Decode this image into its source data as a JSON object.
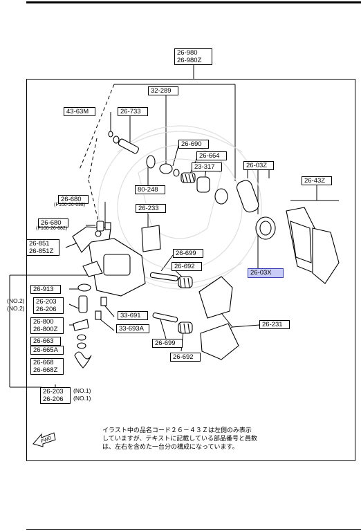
{
  "parts": {
    "assy_a": "26-980",
    "assy_b": "26-980Z",
    "p32_289": "32-289",
    "p43_63m": "43-63M",
    "p26_733": "26-733",
    "p26_690": "26-690",
    "p26_664": "26-664",
    "p23_317": "23-317",
    "p80_248": "80-248",
    "p26_03z": "26-03Z",
    "p26_43z": "26-43Z",
    "p26_680": "26-680",
    "p26_680_sub": "(P100-26-698)",
    "p26_233": "26-233",
    "p26_680b": "26-680",
    "p26_680b_sub": "(P100-26-682)",
    "p26_851": "26-851",
    "p26_851z": "26-851Z",
    "p26_699a": "26-699",
    "p26_692a": "26-692",
    "p26_03x": "26-03X",
    "p26_913": "26-913",
    "p26_203": "26-203",
    "p26_206": "26-206",
    "no2_a": "(NO.2)",
    "no2_b": "(NO.2)",
    "p33_691": "33-691",
    "p33_693a": "33-693A",
    "p26_231": "26-231",
    "p26_800": "26-800",
    "p26_800z": "26-800Z",
    "p26_663": "26-663",
    "p26_665a": "26-665A",
    "p26_699b": "26-699",
    "p26_692b": "26-692",
    "p26_668": "26-668",
    "p26_668z": "26-668Z",
    "p26_203b": "26-203",
    "p26_206b": "26-206",
    "no1_a": "(NO.1)",
    "no1_b": "(NO.1)"
  },
  "note": {
    "line1": "イラスト中の品名コード２６－４３Ｚは左側のみ表示",
    "line2": "していますが、テキストに記載している部品番号と員数",
    "line3": "は、左右を含めた一台分の構成になっています。"
  },
  "fwd_label": "FWD",
  "highlight_color": "#c9ccf6"
}
